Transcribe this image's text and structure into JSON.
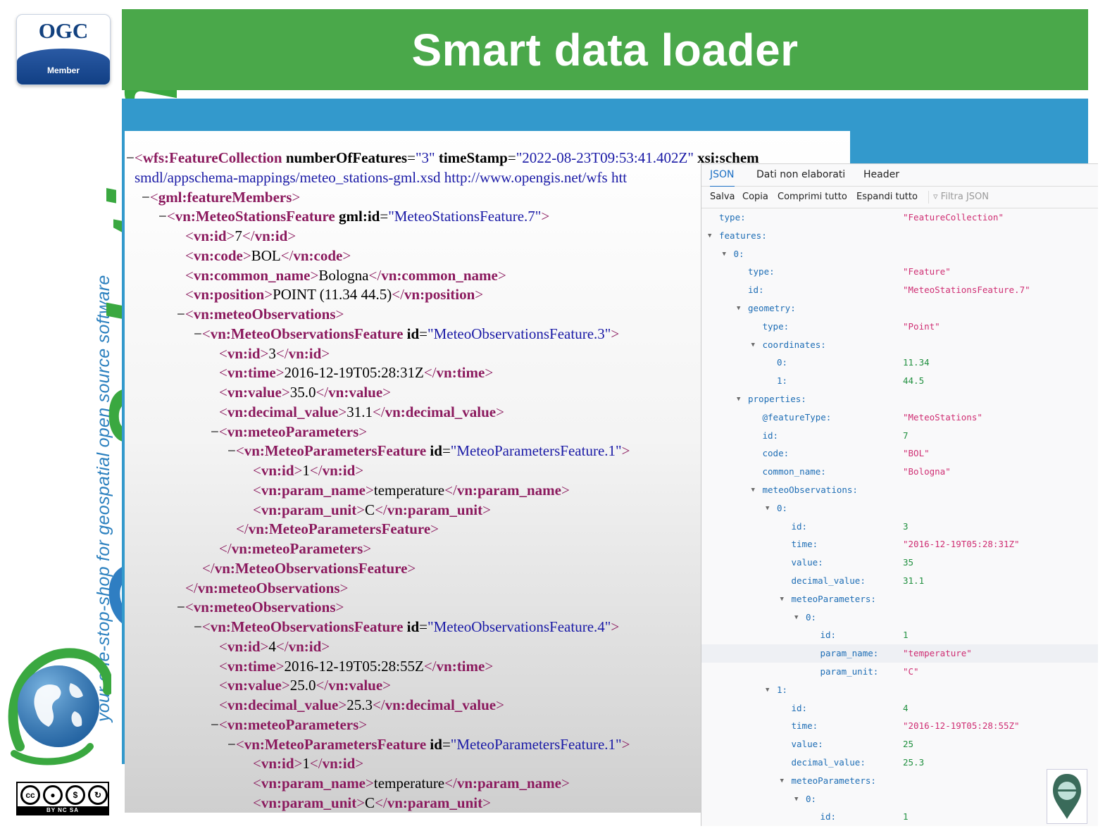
{
  "badge": {
    "org": "OGC",
    "member": "Member"
  },
  "side_logo": {
    "brand_geo": "Geo",
    "brand_solutions": "Solutions",
    "tagline": "your one-stop-shop for geospatial open source software"
  },
  "license": {
    "label": "BY NC SA"
  },
  "header": {
    "title": "Smart data loader"
  },
  "xml_lines": [
    [
      [
        "mn",
        "−"
      ],
      [
        "tg",
        "<"
      ],
      [
        "tn",
        "wfs:FeatureCollection"
      ],
      [
        "tx",
        " "
      ],
      [
        "an",
        "numberOfFeatures"
      ],
      [
        "tx",
        "="
      ],
      [
        "av",
        "\"3\""
      ],
      [
        "tx",
        " "
      ],
      [
        "an",
        "timeStamp"
      ],
      [
        "tx",
        "="
      ],
      [
        "av",
        "\"2022-08-23T09:53:41.402Z\""
      ],
      [
        "tx",
        " "
      ],
      [
        "an",
        "xsi:schem"
      ]
    ],
    [
      [
        "ur",
        "smdl/appschema-mappings/meteo_stations-gml.xsd http://www.opengis.net/wfs htt"
      ]
    ],
    [
      [
        "mn",
        "−"
      ],
      [
        "tg",
        "<"
      ],
      [
        "tn",
        "gml:featureMembers"
      ],
      [
        "tg",
        ">"
      ]
    ],
    [
      [
        "mn",
        "−"
      ],
      [
        "tg",
        "<"
      ],
      [
        "tn",
        "vn:MeteoStationsFeature"
      ],
      [
        "tx",
        " "
      ],
      [
        "an",
        "gml:id"
      ],
      [
        "tx",
        "="
      ],
      [
        "av",
        "\"MeteoStationsFeature.7\""
      ],
      [
        "tg",
        ">"
      ]
    ],
    [
      [
        "tg",
        "<"
      ],
      [
        "tn",
        "vn:id"
      ],
      [
        "tg",
        ">"
      ],
      [
        "tx",
        "7"
      ],
      [
        "tg",
        "</"
      ],
      [
        "tn",
        "vn:id"
      ],
      [
        "tg",
        ">"
      ]
    ],
    [
      [
        "tg",
        "<"
      ],
      [
        "tn",
        "vn:code"
      ],
      [
        "tg",
        ">"
      ],
      [
        "tx",
        "BOL"
      ],
      [
        "tg",
        "</"
      ],
      [
        "tn",
        "vn:code"
      ],
      [
        "tg",
        ">"
      ]
    ],
    [
      [
        "tg",
        "<"
      ],
      [
        "tn",
        "vn:common_name"
      ],
      [
        "tg",
        ">"
      ],
      [
        "tx",
        "Bologna"
      ],
      [
        "tg",
        "</"
      ],
      [
        "tn",
        "vn:common_name"
      ],
      [
        "tg",
        ">"
      ]
    ],
    [
      [
        "tg",
        "<"
      ],
      [
        "tn",
        "vn:position"
      ],
      [
        "tg",
        ">"
      ],
      [
        "tx",
        "POINT (11.34 44.5)"
      ],
      [
        "tg",
        "</"
      ],
      [
        "tn",
        "vn:position"
      ],
      [
        "tg",
        ">"
      ]
    ],
    [
      [
        "mn",
        "−"
      ],
      [
        "tg",
        "<"
      ],
      [
        "tn",
        "vn:meteoObservations"
      ],
      [
        "tg",
        ">"
      ]
    ],
    [
      [
        "mn",
        "−"
      ],
      [
        "tg",
        "<"
      ],
      [
        "tn",
        "vn:MeteoObservationsFeature"
      ],
      [
        "tx",
        " "
      ],
      [
        "an",
        "id"
      ],
      [
        "tx",
        "="
      ],
      [
        "av",
        "\"MeteoObservationsFeature.3\""
      ],
      [
        "tg",
        ">"
      ]
    ],
    [
      [
        "tg",
        "<"
      ],
      [
        "tn",
        "vn:id"
      ],
      [
        "tg",
        ">"
      ],
      [
        "tx",
        "3"
      ],
      [
        "tg",
        "</"
      ],
      [
        "tn",
        "vn:id"
      ],
      [
        "tg",
        ">"
      ]
    ],
    [
      [
        "tg",
        "<"
      ],
      [
        "tn",
        "vn:time"
      ],
      [
        "tg",
        ">"
      ],
      [
        "tx",
        "2016-12-19T05:28:31Z"
      ],
      [
        "tg",
        "</"
      ],
      [
        "tn",
        "vn:time"
      ],
      [
        "tg",
        ">"
      ]
    ],
    [
      [
        "tg",
        "<"
      ],
      [
        "tn",
        "vn:value"
      ],
      [
        "tg",
        ">"
      ],
      [
        "tx",
        "35.0"
      ],
      [
        "tg",
        "</"
      ],
      [
        "tn",
        "vn:value"
      ],
      [
        "tg",
        ">"
      ]
    ],
    [
      [
        "tg",
        "<"
      ],
      [
        "tn",
        "vn:decimal_value"
      ],
      [
        "tg",
        ">"
      ],
      [
        "tx",
        "31.1"
      ],
      [
        "tg",
        "</"
      ],
      [
        "tn",
        "vn:decimal_value"
      ],
      [
        "tg",
        ">"
      ]
    ],
    [
      [
        "mn",
        "−"
      ],
      [
        "tg",
        "<"
      ],
      [
        "tn",
        "vn:meteoParameters"
      ],
      [
        "tg",
        ">"
      ]
    ],
    [
      [
        "mn",
        "−"
      ],
      [
        "tg",
        "<"
      ],
      [
        "tn",
        "vn:MeteoParametersFeature"
      ],
      [
        "tx",
        " "
      ],
      [
        "an",
        "id"
      ],
      [
        "tx",
        "="
      ],
      [
        "av",
        "\"MeteoParametersFeature.1\""
      ],
      [
        "tg",
        ">"
      ]
    ],
    [
      [
        "tg",
        "<"
      ],
      [
        "tn",
        "vn:id"
      ],
      [
        "tg",
        ">"
      ],
      [
        "tx",
        "1"
      ],
      [
        "tg",
        "</"
      ],
      [
        "tn",
        "vn:id"
      ],
      [
        "tg",
        ">"
      ]
    ],
    [
      [
        "tg",
        "<"
      ],
      [
        "tn",
        "vn:param_name"
      ],
      [
        "tg",
        ">"
      ],
      [
        "tx",
        "temperature"
      ],
      [
        "tg",
        "</"
      ],
      [
        "tn",
        "vn:param_name"
      ],
      [
        "tg",
        ">"
      ]
    ],
    [
      [
        "tg",
        "<"
      ],
      [
        "tn",
        "vn:param_unit"
      ],
      [
        "tg",
        ">"
      ],
      [
        "tx",
        "C"
      ],
      [
        "tg",
        "</"
      ],
      [
        "tn",
        "vn:param_unit"
      ],
      [
        "tg",
        ">"
      ]
    ],
    [
      [
        "tg",
        "</"
      ],
      [
        "tn",
        "vn:MeteoParametersFeature"
      ],
      [
        "tg",
        ">"
      ]
    ],
    [
      [
        "tg",
        "</"
      ],
      [
        "tn",
        "vn:meteoParameters"
      ],
      [
        "tg",
        ">"
      ]
    ],
    [
      [
        "tg",
        "</"
      ],
      [
        "tn",
        "vn:MeteoObservationsFeature"
      ],
      [
        "tg",
        ">"
      ]
    ],
    [
      [
        "tg",
        "</"
      ],
      [
        "tn",
        "vn:meteoObservations"
      ],
      [
        "tg",
        ">"
      ]
    ],
    [
      [
        "mn",
        "−"
      ],
      [
        "tg",
        "<"
      ],
      [
        "tn",
        "vn:meteoObservations"
      ],
      [
        "tg",
        ">"
      ]
    ],
    [
      [
        "mn",
        "−"
      ],
      [
        "tg",
        "<"
      ],
      [
        "tn",
        "vn:MeteoObservationsFeature"
      ],
      [
        "tx",
        " "
      ],
      [
        "an",
        "id"
      ],
      [
        "tx",
        "="
      ],
      [
        "av",
        "\"MeteoObservationsFeature.4\""
      ],
      [
        "tg",
        ">"
      ]
    ],
    [
      [
        "tg",
        "<"
      ],
      [
        "tn",
        "vn:id"
      ],
      [
        "tg",
        ">"
      ],
      [
        "tx",
        "4"
      ],
      [
        "tg",
        "</"
      ],
      [
        "tn",
        "vn:id"
      ],
      [
        "tg",
        ">"
      ]
    ],
    [
      [
        "tg",
        "<"
      ],
      [
        "tn",
        "vn:time"
      ],
      [
        "tg",
        ">"
      ],
      [
        "tx",
        "2016-12-19T05:28:55Z"
      ],
      [
        "tg",
        "</"
      ],
      [
        "tn",
        "vn:time"
      ],
      [
        "tg",
        ">"
      ]
    ],
    [
      [
        "tg",
        "<"
      ],
      [
        "tn",
        "vn:value"
      ],
      [
        "tg",
        ">"
      ],
      [
        "tx",
        "25.0"
      ],
      [
        "tg",
        "</"
      ],
      [
        "tn",
        "vn:value"
      ],
      [
        "tg",
        ">"
      ]
    ],
    [
      [
        "tg",
        "<"
      ],
      [
        "tn",
        "vn:decimal_value"
      ],
      [
        "tg",
        ">"
      ],
      [
        "tx",
        "25.3"
      ],
      [
        "tg",
        "</"
      ],
      [
        "tn",
        "vn:decimal_value"
      ],
      [
        "tg",
        ">"
      ]
    ],
    [
      [
        "mn",
        "−"
      ],
      [
        "tg",
        "<"
      ],
      [
        "tn",
        "vn:meteoParameters"
      ],
      [
        "tg",
        ">"
      ]
    ],
    [
      [
        "mn",
        "−"
      ],
      [
        "tg",
        "<"
      ],
      [
        "tn",
        "vn:MeteoParametersFeature"
      ],
      [
        "tx",
        " "
      ],
      [
        "an",
        "id"
      ],
      [
        "tx",
        "="
      ],
      [
        "av",
        "\"MeteoParametersFeature.1\""
      ],
      [
        "tg",
        ">"
      ]
    ],
    [
      [
        "tg",
        "<"
      ],
      [
        "tn",
        "vn:id"
      ],
      [
        "tg",
        ">"
      ],
      [
        "tx",
        "1"
      ],
      [
        "tg",
        "</"
      ],
      [
        "tn",
        "vn:id"
      ],
      [
        "tg",
        ">"
      ]
    ],
    [
      [
        "tg",
        "<"
      ],
      [
        "tn",
        "vn:param_name"
      ],
      [
        "tg",
        ">"
      ],
      [
        "tx",
        "temperature"
      ],
      [
        "tg",
        "</"
      ],
      [
        "tn",
        "vn:param_name"
      ],
      [
        "tg",
        ">"
      ]
    ],
    [
      [
        "tg",
        "<"
      ],
      [
        "tn",
        "vn:param_unit"
      ],
      [
        "tg",
        ">"
      ],
      [
        "tx",
        "C"
      ],
      [
        "tg",
        "</"
      ],
      [
        "tn",
        "vn:param_unit"
      ],
      [
        "tg",
        ">"
      ]
    ]
  ],
  "json_viewer": {
    "tabs": [
      {
        "label": "JSON",
        "active": true
      },
      {
        "label": "Dati non elaborati",
        "active": false
      },
      {
        "label": "Header",
        "active": false
      }
    ],
    "toolbar": [
      "Salva",
      "Copia",
      "Comprimi tutto",
      "Espandi tutto"
    ],
    "filter_placeholder": "Filtra JSON",
    "rows": [
      {
        "depth": 0,
        "key": "type:",
        "value": "\"FeatureCollection\"",
        "vtype": "str"
      },
      {
        "depth": 0,
        "key": "features:",
        "expandable": true
      },
      {
        "depth": 1,
        "key": "0:",
        "expandable": true
      },
      {
        "depth": 2,
        "key": "type:",
        "value": "\"Feature\"",
        "vtype": "str"
      },
      {
        "depth": 2,
        "key": "id:",
        "value": "\"MeteoStationsFeature.7\"",
        "vtype": "str"
      },
      {
        "depth": 2,
        "key": "geometry:",
        "expandable": true
      },
      {
        "depth": 3,
        "key": "type:",
        "value": "\"Point\"",
        "vtype": "str"
      },
      {
        "depth": 3,
        "key": "coordinates:",
        "expandable": true
      },
      {
        "depth": 4,
        "key": "0:",
        "value": "11.34",
        "vtype": "num"
      },
      {
        "depth": 4,
        "key": "1:",
        "value": "44.5",
        "vtype": "num"
      },
      {
        "depth": 2,
        "key": "properties:",
        "expandable": true
      },
      {
        "depth": 3,
        "key": "@featureType:",
        "value": "\"MeteoStations\"",
        "vtype": "str"
      },
      {
        "depth": 3,
        "key": "id:",
        "value": "7",
        "vtype": "num"
      },
      {
        "depth": 3,
        "key": "code:",
        "value": "\"BOL\"",
        "vtype": "str"
      },
      {
        "depth": 3,
        "key": "common_name:",
        "value": "\"Bologna\"",
        "vtype": "str"
      },
      {
        "depth": 3,
        "key": "meteoObservations:",
        "expandable": true
      },
      {
        "depth": 4,
        "key": "0:",
        "expandable": true
      },
      {
        "depth": 5,
        "key": "id:",
        "value": "3",
        "vtype": "num"
      },
      {
        "depth": 5,
        "key": "time:",
        "value": "\"2016-12-19T05:28:31Z\"",
        "vtype": "str"
      },
      {
        "depth": 5,
        "key": "value:",
        "value": "35",
        "vtype": "num"
      },
      {
        "depth": 5,
        "key": "decimal_value:",
        "value": "31.1",
        "vtype": "num"
      },
      {
        "depth": 5,
        "key": "meteoParameters:",
        "expandable": true
      },
      {
        "depth": 6,
        "key": "0:",
        "expandable": true
      },
      {
        "depth": 7,
        "key": "id:",
        "value": "1",
        "vtype": "num"
      },
      {
        "depth": 7,
        "key": "param_name:",
        "value": "\"temperature\"",
        "vtype": "str",
        "highlight": true
      },
      {
        "depth": 7,
        "key": "param_unit:",
        "value": "\"C\"",
        "vtype": "str"
      },
      {
        "depth": 4,
        "key": "1:",
        "expandable": true
      },
      {
        "depth": 5,
        "key": "id:",
        "value": "4",
        "vtype": "num"
      },
      {
        "depth": 5,
        "key": "time:",
        "value": "\"2016-12-19T05:28:55Z\"",
        "vtype": "str"
      },
      {
        "depth": 5,
        "key": "value:",
        "value": "25",
        "vtype": "num"
      },
      {
        "depth": 5,
        "key": "decimal_value:",
        "value": "25.3",
        "vtype": "num"
      },
      {
        "depth": 5,
        "key": "meteoParameters:",
        "expandable": true
      },
      {
        "depth": 6,
        "key": "0:",
        "expandable": true
      },
      {
        "depth": 7,
        "key": "id:",
        "value": "1",
        "vtype": "num"
      }
    ]
  },
  "colors": {
    "header_green": "#4aa84a",
    "panel_blue": "#3399cc",
    "json_key": "#1d6db5",
    "json_string": "#cf2e73",
    "json_number": "#1f8f3e",
    "xml_tag": "#8b1a5e",
    "xml_attr_value": "#1a1aa6"
  }
}
